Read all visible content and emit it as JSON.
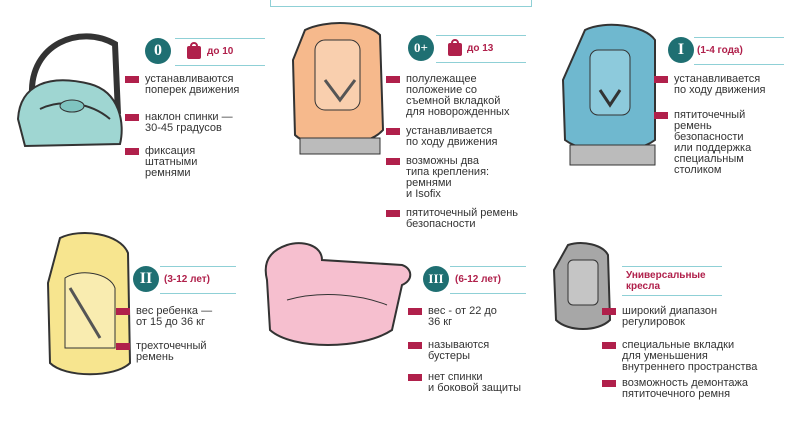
{
  "groups": {
    "g0": {
      "badge": "0",
      "weight": "до 10",
      "bullets": [
        "устанавливаются\nпоперек движения",
        "наклон спинки —\n30-45 градусов",
        "фиксация\nштатными\nремнями"
      ]
    },
    "g0plus": {
      "badge": "0+",
      "weight": "до 13",
      "bullets": [
        "полулежащее\nположение со\nсъемной вкладкой\nдля новорожденных",
        "устанавливается\nпо ходу движения",
        "возможны два\nтипа крепления:\nремнями\nи Isofix",
        "пятиточечный ремень\nбезопасности"
      ]
    },
    "g1": {
      "badge": "I",
      "age": "(1-4 года)",
      "bullets": [
        "устанавливается\nпо ходу движения",
        "пятиточечный\nремень\nбезопасности\nили поддержка\nспециальным\nстоликом"
      ]
    },
    "g2": {
      "badge": "II",
      "age": "(3-12 лет)",
      "bullets": [
        "вес ребенка —\nот 15 до 36 кг",
        "трехточечный\nремень"
      ]
    },
    "g3": {
      "badge": "III",
      "age": "(6-12 лет)",
      "bullets": [
        "вес - от 22 до\n36 кг",
        "называются\nбустеры",
        "нет спинки\nи боковой защиты"
      ]
    },
    "universal": {
      "title": "Универсальные\nкресла",
      "bullets": [
        "широкий диапазон\nрегулировок",
        "специальные вкладки\nдля уменьшения\nвнутреннего пространства",
        "возможность демонтажа\nпятиточечного ремня"
      ]
    }
  },
  "colors": {
    "accent": "#b0204b",
    "badge": "#1f6f72",
    "rule": "#8fd0d6",
    "carrier": "#9fd6d2",
    "orange": "#f6b98c",
    "blue": "#6fb8cf",
    "yellow": "#f7e58f",
    "pink": "#f6bfcf",
    "gray": "#a7a7a7"
  }
}
